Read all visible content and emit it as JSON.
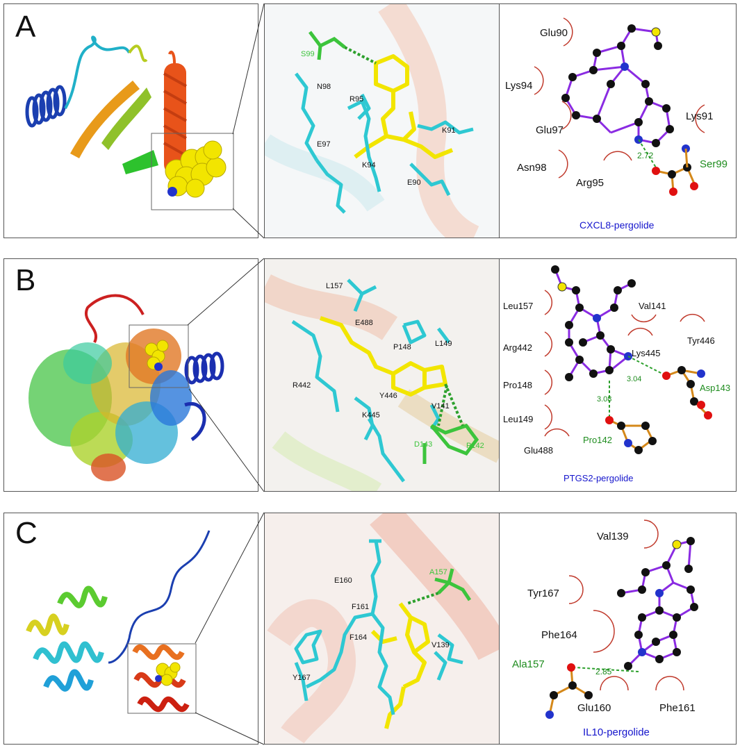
{
  "rows": [
    {
      "letter": "A",
      "complex_label": "CXCL8-pergolide",
      "view3d_labels": [
        "S99",
        "N98",
        "R95",
        "E97",
        "K94",
        "K91",
        "E90"
      ],
      "ligplot": {
        "residues": [
          "Glu90",
          "Lys94",
          "Lys91",
          "Glu97",
          "Asn98",
          "Arg95"
        ],
        "hbond_residue": "Ser99",
        "distances": [
          "2.72"
        ]
      }
    },
    {
      "letter": "B",
      "complex_label": "PTGS2-pergolide",
      "view3d_labels": [
        "L157",
        "E488",
        "P148",
        "L149",
        "R442",
        "Y446",
        "V141",
        "K445",
        "D143",
        "P142"
      ],
      "ligplot": {
        "residues": [
          "Leu157",
          "Val141",
          "Arg442",
          "Lys445",
          "Tyr446",
          "Pro148",
          "Leu149",
          "Glu488"
        ],
        "hbond_residues": [
          "Asp143",
          "Pro142"
        ],
        "distances": [
          "3.04",
          "3.08"
        ]
      }
    },
    {
      "letter": "C",
      "complex_label": "IL10-pergolide",
      "view3d_labels": [
        "E160",
        "A157",
        "F161",
        "F164",
        "V139",
        "Y167"
      ],
      "ligplot": {
        "residues": [
          "Val139",
          "Tyr167",
          "Phe164",
          "Glu160",
          "Phe161"
        ],
        "hbond_residue": "Ala157",
        "distances": [
          "2.85"
        ]
      }
    }
  ],
  "colors": {
    "ligand": "#f2e500",
    "residue_carbon": "#2ec8d2",
    "hbond_residue_carbon": "#3cc43c",
    "ligplot_bond": "#8a2be2",
    "ligplot_atom": "#111111",
    "hydrophobic_arc": "#c0392b",
    "hbond_line": "#1e8c1e",
    "complex_label": "#1515cc"
  }
}
